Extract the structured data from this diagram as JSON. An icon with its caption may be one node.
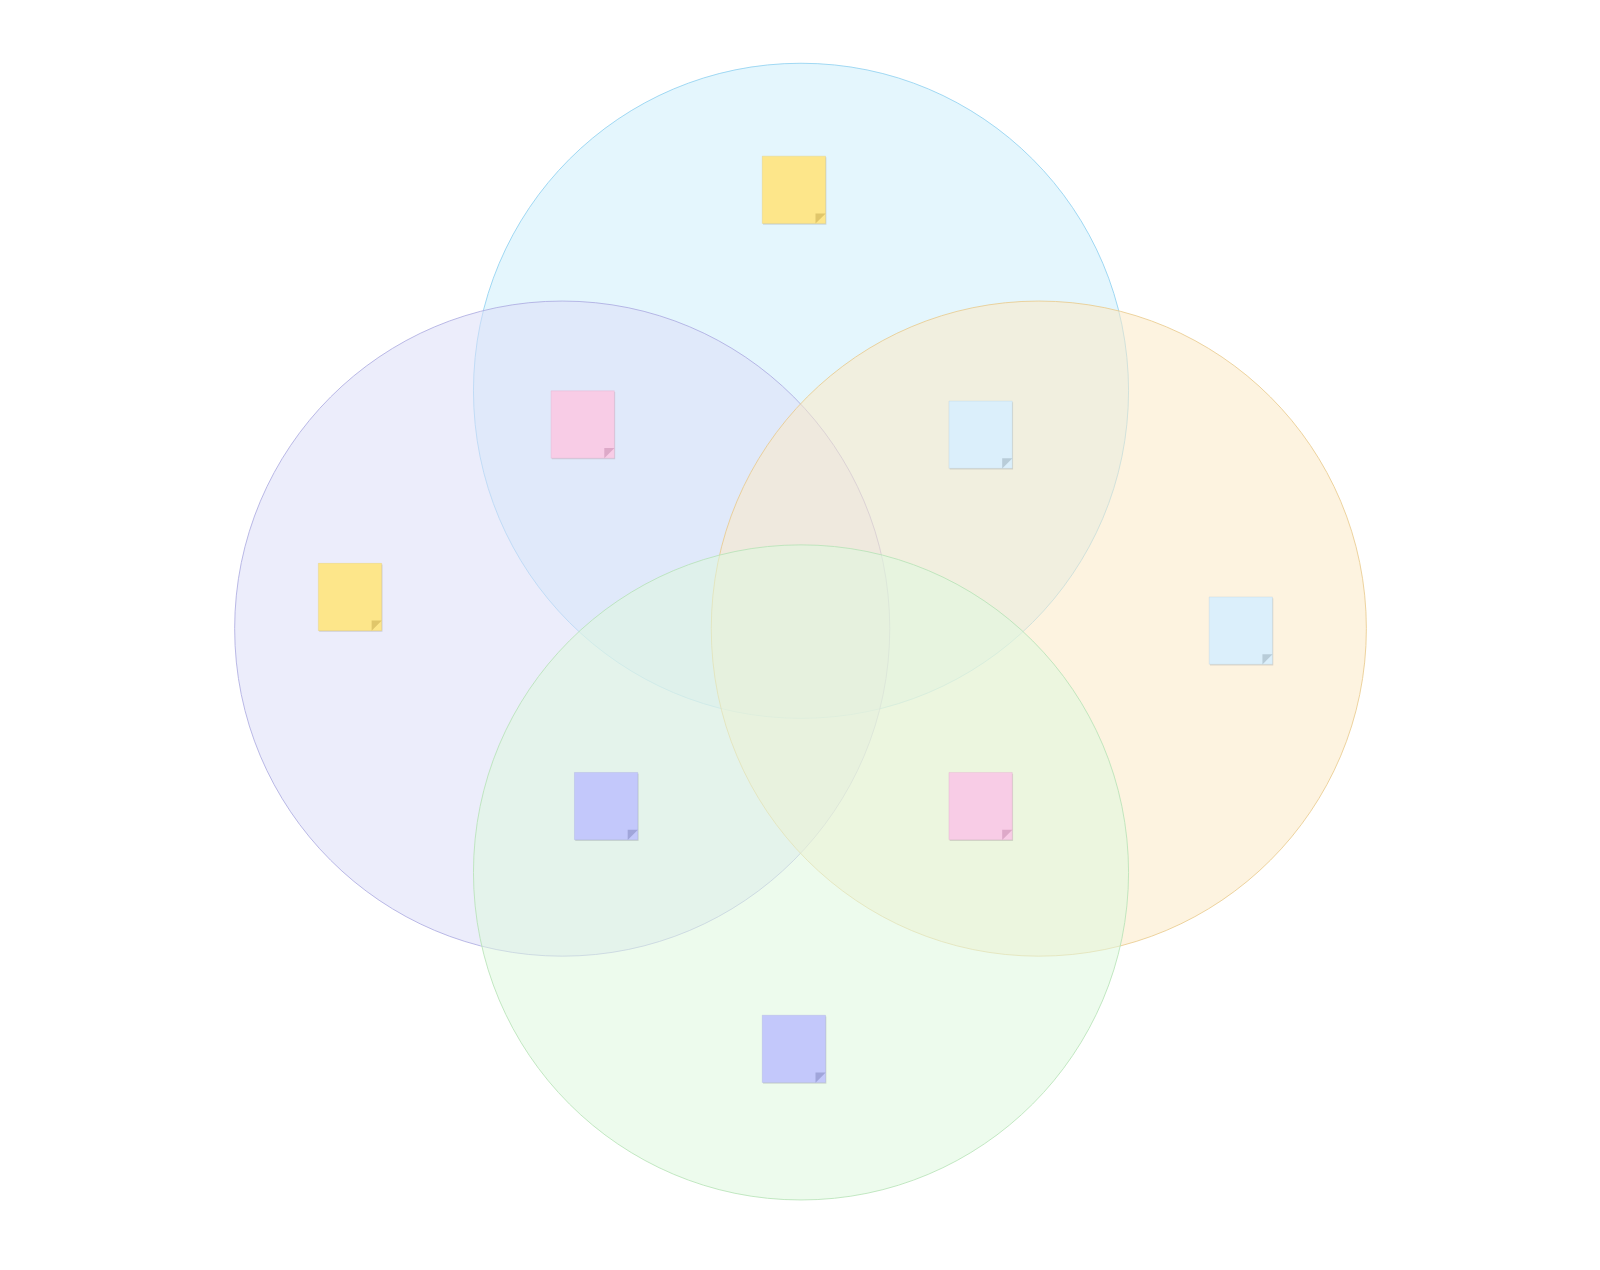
{
  "diagram": {
    "nodes": [
      {
        "text": [],
        "shape": "circle"
      },
      {
        "text": [],
        "shape": "circle"
      },
      {
        "text": [],
        "shape": "circle"
      },
      {
        "text": [],
        "shape": "circle"
      },
      {
        "text": [],
        "shape": "box",
        "in": 0
      },
      {
        "text": [],
        "shape": "box"
      },
      {
        "text": [],
        "shape": "box"
      },
      {
        "text": [],
        "shape": "box",
        "in": 1
      },
      {
        "text": [],
        "shape": "box",
        "in": 2
      },
      {
        "text": [],
        "shape": "box"
      },
      {
        "text": [],
        "shape": "box"
      },
      {
        "text": [],
        "shape": "box",
        "in": 3
      }
    ]
  }
}
